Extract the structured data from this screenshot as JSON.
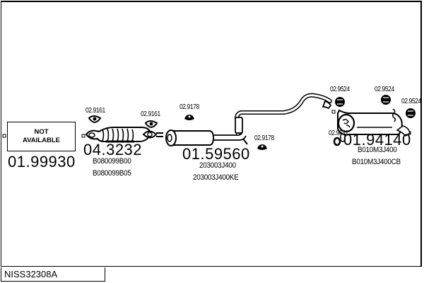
{
  "diagram": {
    "title": "NISS32308A",
    "parts": [
      {
        "id": "front-pipe",
        "part_number": "01.99930",
        "image_text": [
          "NOT",
          "AVAILABLE"
        ],
        "oem_numbers": []
      },
      {
        "id": "catalytic-converter",
        "part_number": "04.3232",
        "oem_numbers": [
          "B080099B00",
          "B080099B05"
        ]
      },
      {
        "id": "middle-silencer",
        "part_number": "01.59560",
        "oem_numbers": [
          "203003J400",
          "203003J400KE"
        ]
      },
      {
        "id": "rear-silencer",
        "part_number": "01.94140",
        "oem_numbers": [
          "B010M3J400",
          "B010M3J400CB"
        ]
      }
    ],
    "fittings": [
      {
        "id": "gasket-1",
        "label": "02.9161"
      },
      {
        "id": "gasket-2",
        "label": "02.9161"
      },
      {
        "id": "rubber-mount-1",
        "label": "02.9178"
      },
      {
        "id": "rubber-mount-2",
        "label": "02.9178"
      },
      {
        "id": "rubber-mount-3",
        "label": "02.9524"
      },
      {
        "id": "rubber-mount-4",
        "label": "02.9524"
      },
      {
        "id": "rubber-mount-5",
        "label": "02.9524"
      },
      {
        "id": "clamp",
        "label": "02.9641"
      }
    ]
  }
}
